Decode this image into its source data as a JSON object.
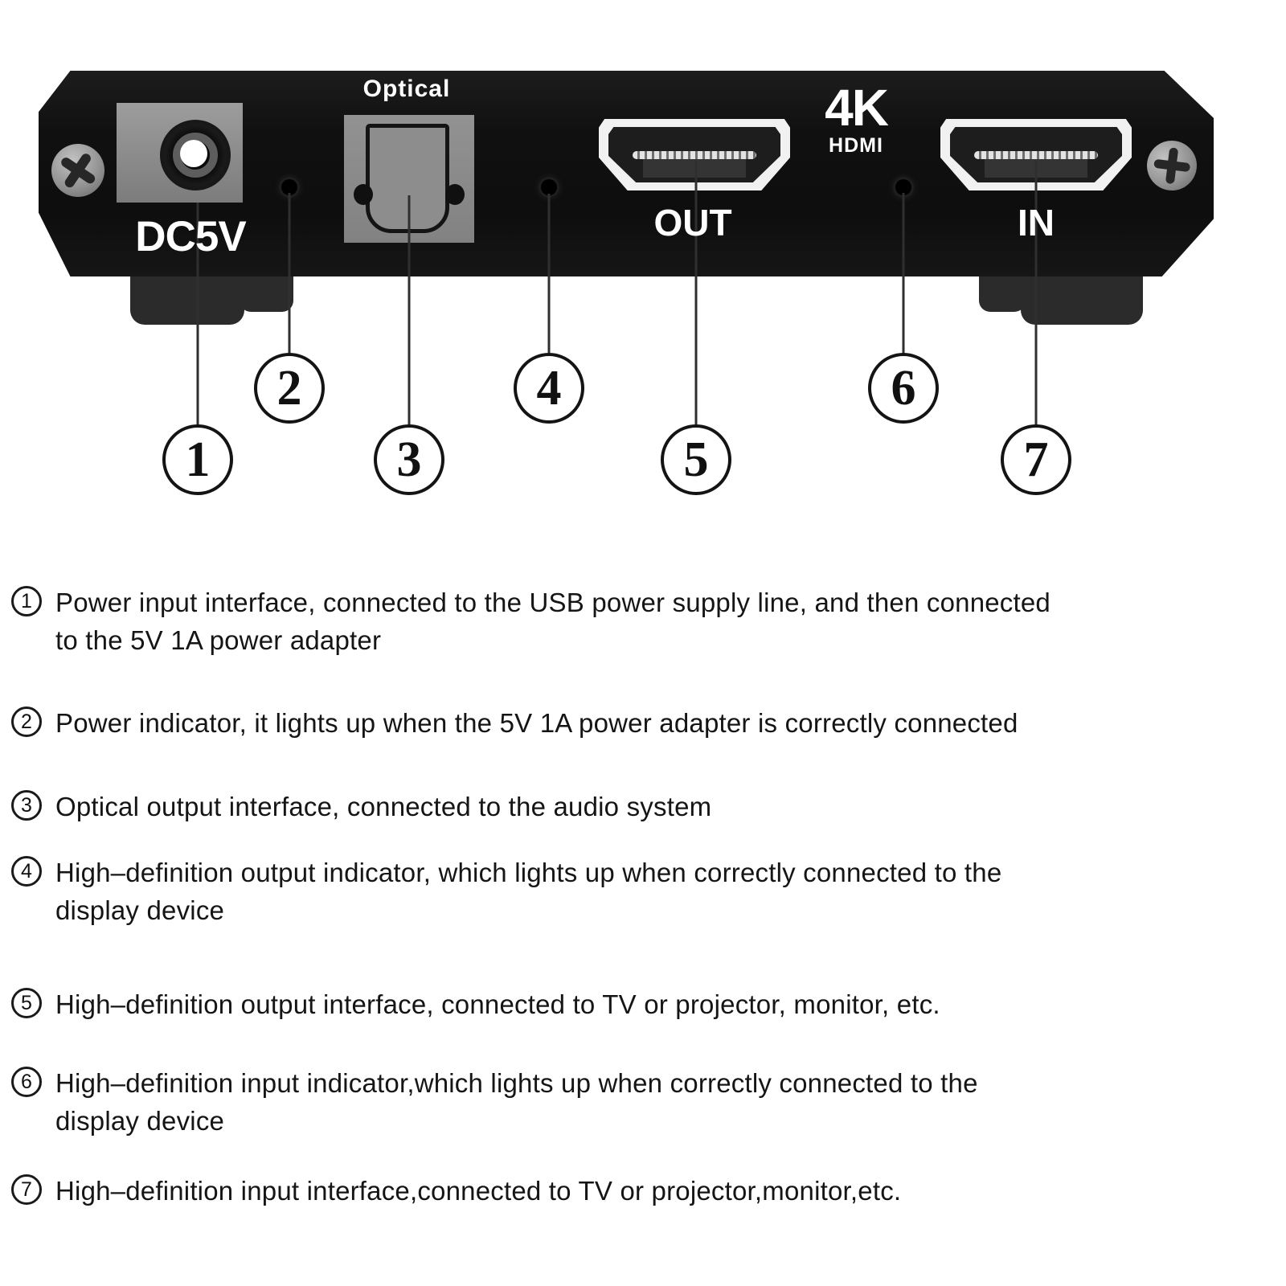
{
  "colors": {
    "background": "#ffffff",
    "panel_black": "#141414",
    "metal_gray": "#8d8d8d",
    "panel_label_text": "#ffffff",
    "body_text": "#151515",
    "callout_line": "#2f2f2f"
  },
  "device_panel": {
    "dc_power_label": "DC5V",
    "optical_label": "Optical",
    "hdmi_out_label": "OUT",
    "hdmi_in_label": "IN",
    "logo_top": "4K",
    "logo_bottom": "HDMI"
  },
  "callouts": [
    {
      "num": "1",
      "points_to": "dc-power-input"
    },
    {
      "num": "2",
      "points_to": "power-indicator-led"
    },
    {
      "num": "3",
      "points_to": "optical-output-port"
    },
    {
      "num": "4",
      "points_to": "hdmi-output-indicator-led"
    },
    {
      "num": "5",
      "points_to": "hdmi-output-port"
    },
    {
      "num": "6",
      "points_to": "hdmi-input-indicator-led"
    },
    {
      "num": "7",
      "points_to": "hdmi-input-port"
    }
  ],
  "legend": [
    {
      "num": "1",
      "lines": [
        "Power input interface, connected to the USB power supply line, and then connected",
        "to the 5V 1A power adapter"
      ]
    },
    {
      "num": "2",
      "lines": [
        "Power indicator, it lights up when the 5V 1A power adapter is correctly connected"
      ]
    },
    {
      "num": "3",
      "lines": [
        "Optical output interface, connected to the audio system"
      ]
    },
    {
      "num": "4",
      "lines": [
        "High–definition output indicator, which lights up when correctly connected to the",
        "display device"
      ]
    },
    {
      "num": "5",
      "lines": [
        "High–definition output interface, connected to TV or projector, monitor, etc."
      ]
    },
    {
      "num": "6",
      "lines": [
        "High–definition input indicator,which lights up when correctly connected to the",
        "display device"
      ]
    },
    {
      "num": "7",
      "lines": [
        "High–definition input interface,connected to TV or projector,monitor,etc."
      ]
    }
  ]
}
